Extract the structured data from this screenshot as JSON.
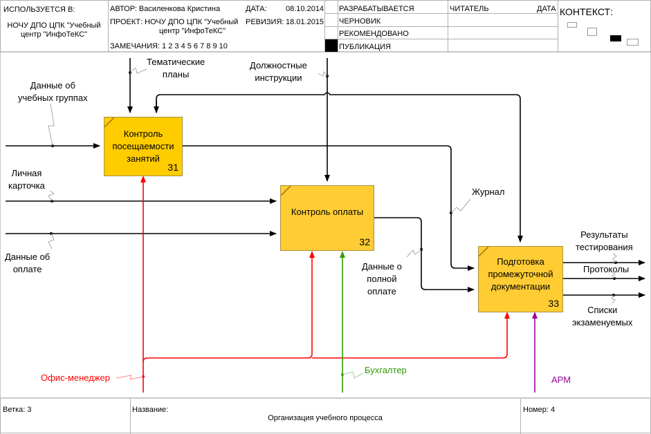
{
  "header": {
    "used_in_label": "ИСПОЛЬЗУЕТСЯ В:",
    "used_in_value_line1": "НОЧУ ДПО ЦПК \"Учебный",
    "used_in_value_line2": "центр \"ИнфоТеКС\"",
    "author": "АВТОР: Василенкова Кристина",
    "date_label": "ДАТА:",
    "date_value": "08.10.2014",
    "project_line1": "ПРОЕКТ: НОЧУ ДПО ЦПК \"Учебный",
    "project_line2": "центр \"ИнфоТеКС\"",
    "revision_label": "РЕВИЗИЯ:",
    "revision_value": "18.01.2015",
    "notes": "ЗАМЕЧАНИЯ: 1 2 3 4 5 6 7 8 9 10",
    "status_rows": [
      "РАЗРАБАТЫВАЕТСЯ",
      "ЧЕРНОВИК",
      "РЕКОМЕНДОВАНО",
      "ПУБЛИКАЦИЯ"
    ],
    "status_selected": "ПУБЛИКАЦИЯ",
    "reader_label": "ЧИТАТЕЛЬ",
    "reader_date_label": "ДАТА",
    "context_label": "КОНТЕКСТ:"
  },
  "boxes": [
    {
      "id": "31",
      "label_line1": "Контроль",
      "label_line2": "посещаемости",
      "label_line3": "занятий",
      "color": "#FFCC00"
    },
    {
      "id": "32",
      "label_line1": "Контроль оплаты",
      "color": "#FFCC33"
    },
    {
      "id": "33",
      "label_line1": "Подготовка",
      "label_line2": "промежуточной",
      "label_line3": "документации",
      "color": "#FFCC33"
    }
  ],
  "arrows": {
    "thematic_plans": [
      "Тематические",
      "планы"
    ],
    "job_instructions": [
      "Должностные",
      "инструкции"
    ],
    "group_data": [
      "Данные об",
      "учебных группах"
    ],
    "personal_card": [
      "Личная",
      "карточка"
    ],
    "payment_data": [
      "Данные об",
      "оплате"
    ],
    "journal": "Журнал",
    "full_payment_data": [
      "Данные о",
      "полной",
      "оплате"
    ],
    "test_results": [
      "Результаты",
      "тестирования"
    ],
    "protocols": "Протоколы",
    "examinee_lists": [
      "Списки",
      "экзаменуемых"
    ],
    "office_manager": "Офис-менеджер",
    "accountant": "Бухгалтер",
    "workstation": "АРМ"
  },
  "colors": {
    "office_manager": "#FF0000",
    "accountant": "#339900",
    "workstation": "#990099",
    "arrow": "#000000"
  },
  "footer": {
    "node_label": "Ветка: 3",
    "title_label": "Название:",
    "title_value": "Организация учебного процесса",
    "number_label": "Номер: 4"
  }
}
